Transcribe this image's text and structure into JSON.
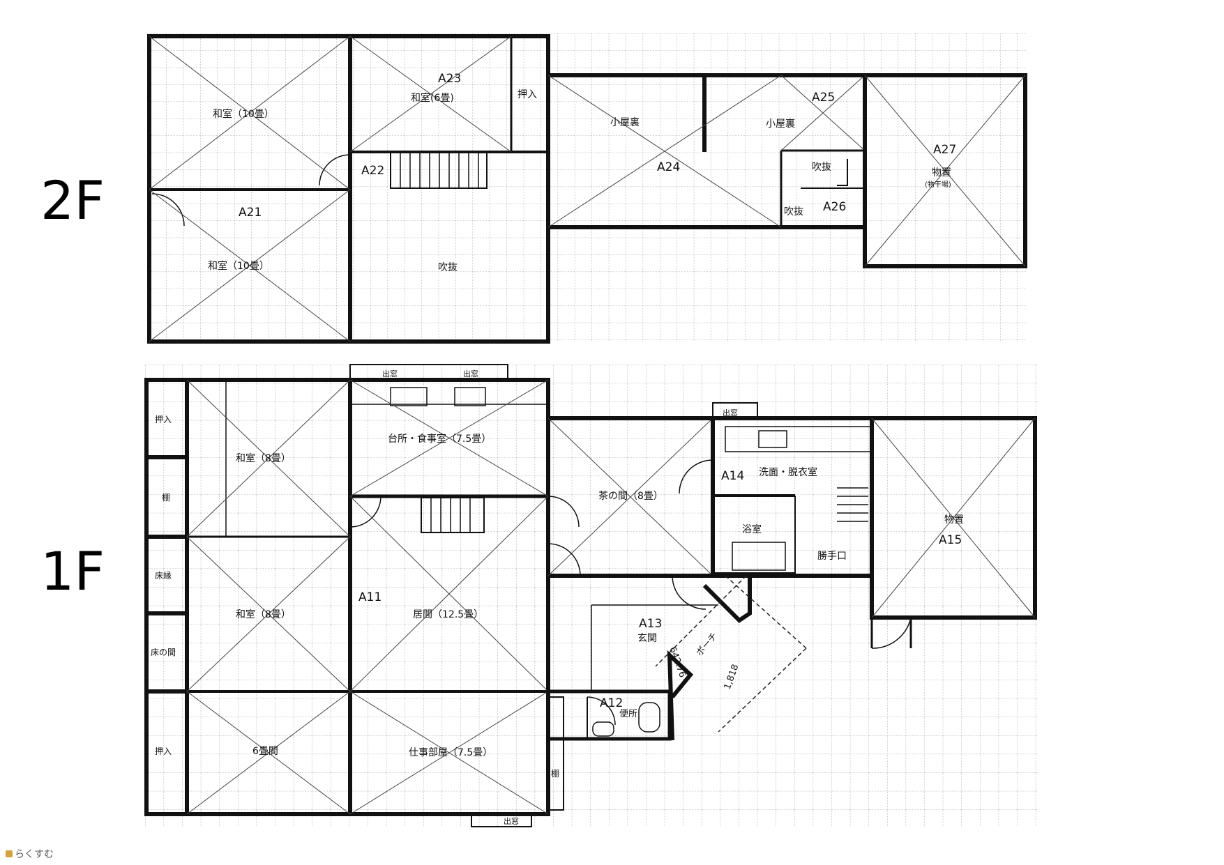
{
  "floors": {
    "upper": "2F",
    "lower": "1F"
  },
  "brand": "らくすむ",
  "rooms_2f": [
    {
      "id": "washitsu-10a",
      "label": "和室（10畳）"
    },
    {
      "id": "a21",
      "label": "A21"
    },
    {
      "id": "washitsu-10b",
      "label": "和室（10畳）"
    },
    {
      "id": "a23",
      "label": "A23"
    },
    {
      "id": "washitsu-6",
      "label": "和室(6畳)"
    },
    {
      "id": "oshiire-2f",
      "label": "押入"
    },
    {
      "id": "a22",
      "label": "A22"
    },
    {
      "id": "fukinuke-main",
      "label": "吹抜"
    },
    {
      "id": "koyaura-1",
      "label": "小屋裏"
    },
    {
      "id": "a24",
      "label": "A24"
    },
    {
      "id": "koyaura-2",
      "label": "小屋裏"
    },
    {
      "id": "a25",
      "label": "A25"
    },
    {
      "id": "fukinuke-small-1",
      "label": "吹抜"
    },
    {
      "id": "fukinuke-small-2",
      "label": "吹抜"
    },
    {
      "id": "a26",
      "label": "A26"
    },
    {
      "id": "a27",
      "label": "A27"
    },
    {
      "id": "monooki-2f",
      "label": "物置"
    },
    {
      "id": "monohoshi",
      "label": "(物干場)"
    }
  ],
  "rooms_1f": [
    {
      "id": "oshiire-1",
      "label": "押入"
    },
    {
      "id": "tana-1",
      "label": "棚"
    },
    {
      "id": "engawa",
      "label": "床縁"
    },
    {
      "id": "tokonoma",
      "label": "床の間"
    },
    {
      "id": "oshiire-2",
      "label": "押入"
    },
    {
      "id": "washitsu-8a",
      "label": "和室（8畳）"
    },
    {
      "id": "washitsu-8b",
      "label": "和室（8畳）"
    },
    {
      "id": "rokujoma",
      "label": "6畳間"
    },
    {
      "id": "demado-1",
      "label": "出窓"
    },
    {
      "id": "demado-2",
      "label": "出窓"
    },
    {
      "id": "kitchen",
      "label": "台所・食事室（7.5畳）"
    },
    {
      "id": "a11",
      "label": "A11"
    },
    {
      "id": "ima",
      "label": "居間（12.5畳）"
    },
    {
      "id": "shigoto",
      "label": "仕事部屋（7.5畳）"
    },
    {
      "id": "demado-4",
      "label": "出窓"
    },
    {
      "id": "tana-2",
      "label": "棚"
    },
    {
      "id": "chanoma",
      "label": "茶の間（8畳）"
    },
    {
      "id": "demado-3",
      "label": "出窓"
    },
    {
      "id": "a14",
      "label": "A14"
    },
    {
      "id": "senmen",
      "label": "洗面・脱衣室"
    },
    {
      "id": "yokushitsu",
      "label": "浴室"
    },
    {
      "id": "katteguchi",
      "label": "勝手口"
    },
    {
      "id": "a13",
      "label": "A13"
    },
    {
      "id": "genkan",
      "label": "玄関"
    },
    {
      "id": "a12",
      "label": "A12"
    },
    {
      "id": "benjo",
      "label": "便所"
    },
    {
      "id": "porch",
      "label": "ポーチ"
    },
    {
      "id": "dim-1",
      "label": "642.76"
    },
    {
      "id": "dim-2",
      "label": "1,818"
    },
    {
      "id": "monooki-1f",
      "label": "物置"
    },
    {
      "id": "a15",
      "label": "A15"
    }
  ],
  "colors": {
    "wall": "#111111",
    "grid": "#8a8a8a",
    "thin": "#333333"
  }
}
